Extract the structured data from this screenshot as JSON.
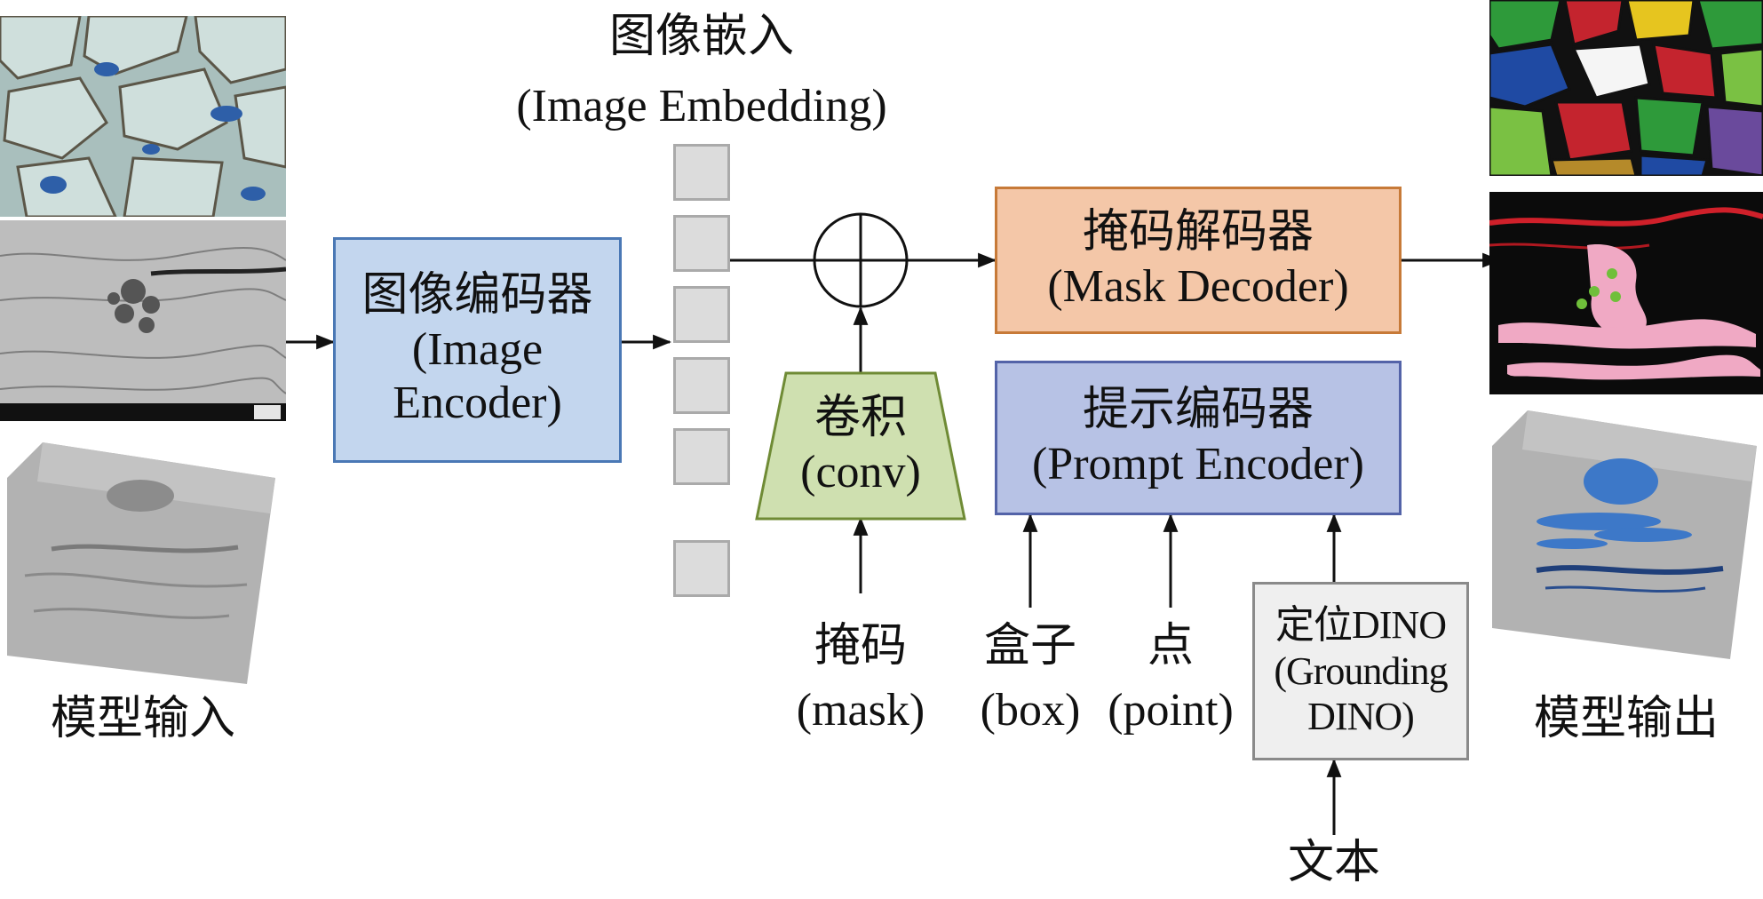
{
  "labels": {
    "embedding_cn": "图像嵌入",
    "embedding_en": "(Image Embedding)",
    "input_caption": "模型输入",
    "output_caption": "模型输出",
    "mask_cn": "掩码",
    "mask_en": "(mask)",
    "box_cn": "盒子",
    "box_en": "(box)",
    "point_cn": "点",
    "point_en": "(point)",
    "text_cn": "文本"
  },
  "nodes": {
    "image_encoder": {
      "line1": "图像编码器",
      "line2": "(Image",
      "line3": "Encoder)"
    },
    "mask_decoder": {
      "line1": "掩码解码器",
      "line2": "(Mask Decoder)"
    },
    "prompt_encoder": {
      "line1": "提示编码器",
      "line2": "(Prompt Encoder)"
    },
    "conv": {
      "line1": "卷积",
      "line2": "(conv)"
    },
    "grounding_dino": {
      "line1": "定位DINO",
      "line2": "(Grounding",
      "line3": "DINO)"
    }
  },
  "colors": {
    "encoder_fill": "#c3d6ee",
    "decoder_fill": "#f4c7a8",
    "prompt_fill": "#b7c2e5",
    "conv_fill": "#cfe0b0",
    "dino_fill": "#efefef"
  }
}
